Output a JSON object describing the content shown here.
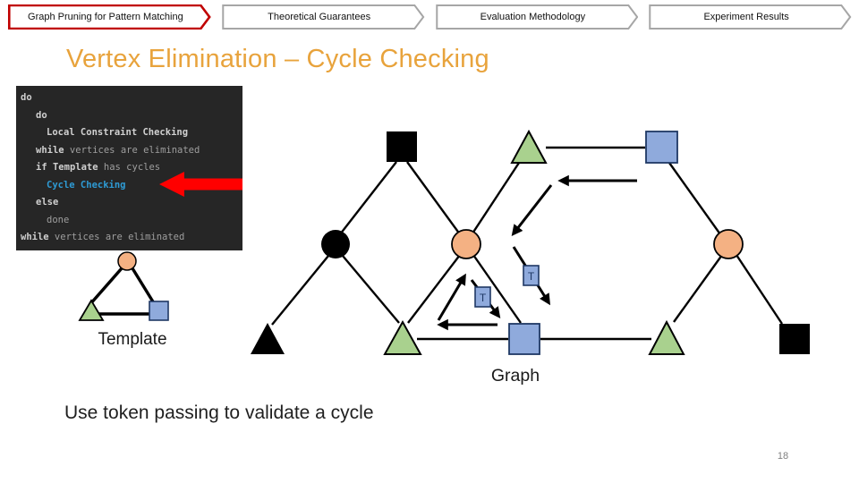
{
  "slide": {
    "title": "Vertex Elimination – Cycle Checking",
    "footer_text": "Use token passing to validate a cycle",
    "page_number": "18"
  },
  "tabs": [
    {
      "label": "Graph Pruning for Pattern Matching",
      "active": true
    },
    {
      "label": "Theoretical Guarantees",
      "active": false
    },
    {
      "label": "Evaluation Methodology",
      "active": false
    },
    {
      "label": "Experiment Results",
      "active": false
    }
  ],
  "code_block": {
    "lines": [
      {
        "indent": 0,
        "segments": [
          {
            "text": "do",
            "style": "kw"
          }
        ]
      },
      {
        "indent": 1,
        "segments": [
          {
            "text": "do",
            "style": "kw"
          }
        ]
      },
      {
        "indent": 2,
        "segments": [
          {
            "text": "Local Constraint Checking",
            "style": "kw"
          }
        ]
      },
      {
        "indent": 1,
        "segments": [
          {
            "text": "while",
            "style": "kw"
          },
          {
            "text": " vertices are eliminated",
            "style": "plain"
          }
        ]
      },
      {
        "indent": 1,
        "segments": [
          {
            "text": "if",
            "style": "kw"
          },
          {
            "text": " ",
            "style": "plain"
          },
          {
            "text": "Template",
            "style": "kw"
          },
          {
            "text": " has cycles",
            "style": "plain"
          }
        ]
      },
      {
        "indent": 2,
        "segments": [
          {
            "text": "Cycle Checking",
            "style": "blue"
          }
        ]
      },
      {
        "indent": 1,
        "segments": [
          {
            "text": "else",
            "style": "kw"
          }
        ]
      },
      {
        "indent": 2,
        "segments": [
          {
            "text": "done",
            "style": "plain"
          }
        ]
      },
      {
        "indent": 0,
        "segments": [
          {
            "text": "while",
            "style": "kw"
          },
          {
            "text": " vertices are eliminated",
            "style": "plain"
          }
        ]
      }
    ]
  },
  "diagram": {
    "template_label": "Template",
    "graph_label": "Graph",
    "token_label": "T",
    "template_nodes": [
      "peach-circle",
      "green-triangle",
      "blue-square"
    ],
    "graph_nodes": [
      "black-square",
      "black-circle",
      "black-triangle",
      "green-triangle-bottom",
      "peach-circle-middle",
      "green-triangle-top",
      "blue-square-top",
      "peach-circle-right",
      "blue-square-bottom",
      "green-triangle-right",
      "black-square-right"
    ],
    "tokens_visible": 2
  },
  "colors": {
    "title": "#e8a33c",
    "tab_active_border": "#c00000",
    "tab_border": "#a6a6a6",
    "code_background": "#262626",
    "code_text": "#9e9e9e",
    "code_keyword": "#d0d0d0",
    "code_highlight": "#2e9bd5",
    "red_arrow": "#ff0000",
    "node_circle": "#f4b183",
    "node_triangle": "#a9d18e",
    "node_square": "#8faadc",
    "node_matched": "#000000",
    "page_number": "#808080"
  }
}
